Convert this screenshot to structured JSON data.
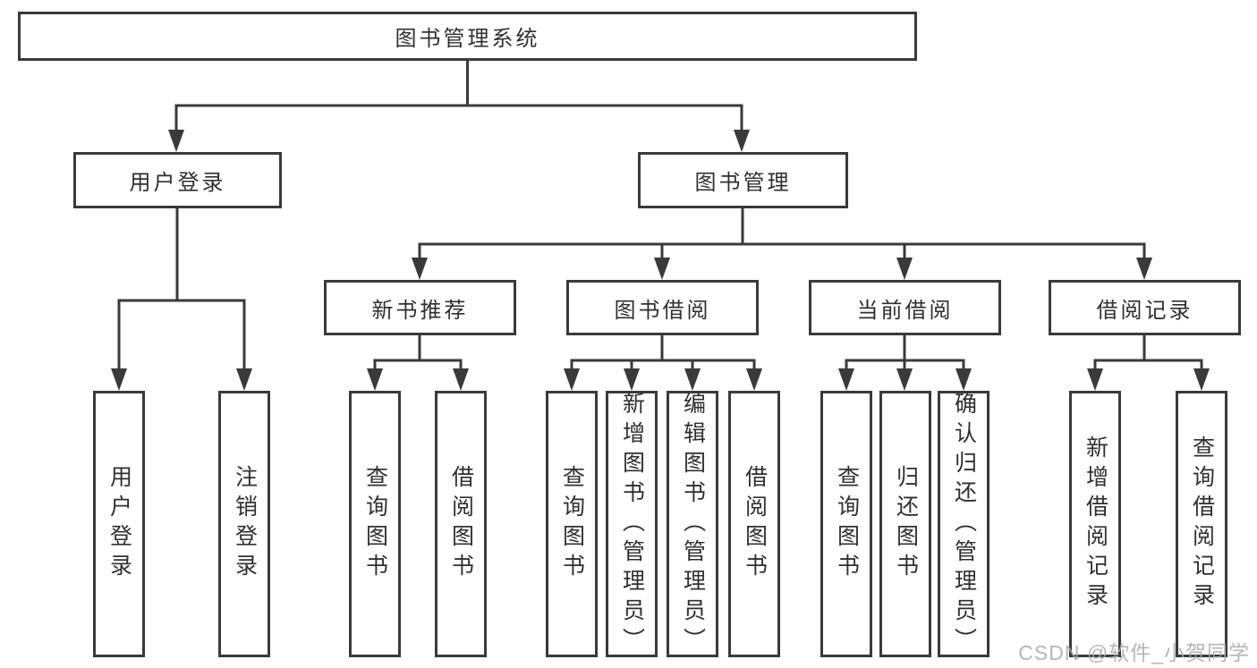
{
  "diagram_type": "functional-structure-tree",
  "tree": {
    "label": "图书管理系统",
    "children": [
      {
        "label": "用户登录",
        "children": [
          {
            "label": "用户登录"
          },
          {
            "label": "注销登录"
          }
        ]
      },
      {
        "label": "图书管理",
        "children": [
          {
            "label": "新书推荐",
            "children": [
              {
                "label": "查询图书"
              },
              {
                "label": "借阅图书"
              }
            ]
          },
          {
            "label": "图书借阅",
            "children": [
              {
                "label": "查询图书"
              },
              {
                "label": "新增图书（管理员）"
              },
              {
                "label": "编辑图书（管理员）"
              },
              {
                "label": "借阅图书"
              }
            ]
          },
          {
            "label": "当前借阅",
            "children": [
              {
                "label": "查询图书"
              },
              {
                "label": "归还图书"
              },
              {
                "label": "确认归还（管理员）"
              }
            ]
          },
          {
            "label": "借阅记录",
            "children": [
              {
                "label": "新增借阅记录"
              },
              {
                "label": "查询借阅记录"
              }
            ]
          }
        ]
      }
    ]
  },
  "watermark": {
    "text": "CSDN @软件_小贺同学"
  },
  "colors": {
    "line": "#3a3a3a",
    "box_border": "#3a3a3a",
    "text": "#303030",
    "background": "#ffffff",
    "watermark": "#aaaaaa"
  }
}
